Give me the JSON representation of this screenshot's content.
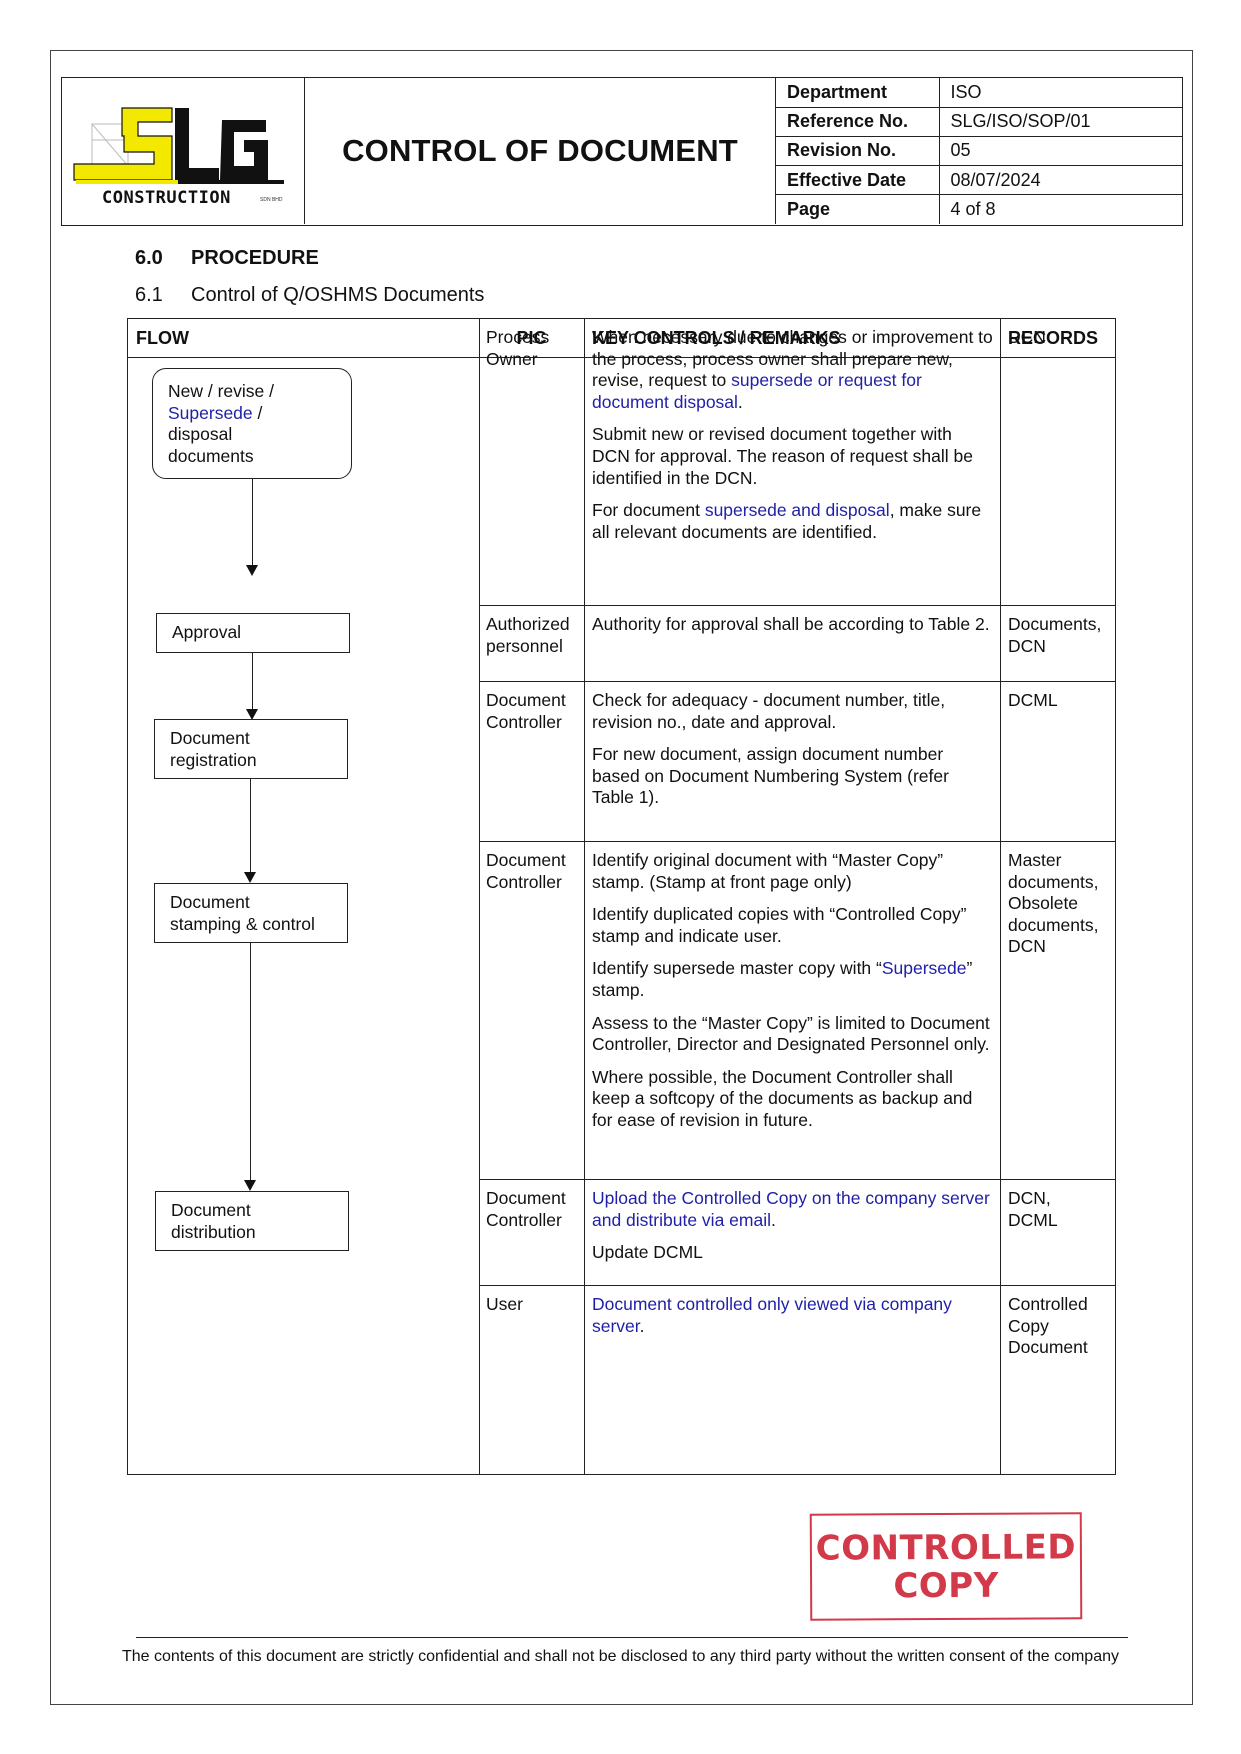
{
  "header": {
    "title": "CONTROL OF DOCUMENT",
    "logo": {
      "letters": "SLG",
      "word": "CONSTRUCTION",
      "suffix": "SDN BHD",
      "colors": {
        "yellow": "#f2e800",
        "black": "#111111"
      }
    },
    "meta": [
      {
        "key": "Department",
        "value": "ISO"
      },
      {
        "key": "Reference No.",
        "value": "SLG/ISO/SOP/01"
      },
      {
        "key": "Revision No.",
        "value": "05"
      },
      {
        "key": "Effective Date",
        "value": "08/07/2024"
      },
      {
        "key": "Page",
        "value": "4 of 8"
      }
    ]
  },
  "section": {
    "number": "6.0",
    "title": "PROCEDURE"
  },
  "subsection": {
    "number": "6.1",
    "title": "Control of Q/OSHMS Documents"
  },
  "table": {
    "headers": {
      "flow": "FLOW",
      "pic": "PIC",
      "controls": "KEY CONTROLS / REMARKS",
      "records": "RECORDS"
    },
    "flow": {
      "start": {
        "line1": "New / revise /",
        "line2_link": "Supersede",
        "line2_rest": " /",
        "line3": "disposal",
        "line4": "documents"
      },
      "approval": "Approval",
      "registration": {
        "line1": "Document",
        "line2": "registration"
      },
      "stamping": {
        "line1": "Document",
        "line2": "stamping & control"
      },
      "distribution": {
        "line1": "Document",
        "line2": "distribution"
      }
    },
    "rows": {
      "r1": {
        "pic": [
          "Process",
          "Owner"
        ],
        "p1_a": "When necessary due to changes or improvement to the process, process owner shall prepare new, revise, request to ",
        "p1_b": "supersede or request for document disposal",
        "p1_c": ".",
        "p2": "Submit new or revised document together with DCN for approval. The reason of request shall be identified in the DCN.",
        "p3_a": "For document ",
        "p3_b": "supersede and disposal",
        "p3_c": ", make sure all relevant documents are identified.",
        "records": "DCN"
      },
      "r2": {
        "pic": [
          "Authorized",
          "personnel"
        ],
        "p1": "Authority for approval shall be according to Table 2.",
        "records": [
          "Documents,",
          "DCN"
        ]
      },
      "r3": {
        "pic": [
          "Document",
          "Controller"
        ],
        "p1": "Check for adequacy - document number, title, revision no., date and approval.",
        "p2": "For new document, assign document number based on Document Numbering System (refer Table 1).",
        "records": "DCML"
      },
      "r4": {
        "pic": [
          "Document",
          "Controller"
        ],
        "p1": "Identify original document with “Master Copy” stamp. (Stamp at front page only)",
        "p2": "Identify duplicated copies with “Controlled Copy” stamp and indicate user.",
        "p3_a": "Identify supersede master copy with “",
        "p3_b": "Supersede",
        "p3_c": "” stamp.",
        "p4": "Assess to the “Master Copy” is limited to Document Controller, Director and Designated Personnel only.",
        "p5": "Where possible, the Document Controller shall keep a softcopy of the documents as backup and for ease of revision in future.",
        "records": [
          "Master",
          "documents,",
          "Obsolete",
          "documents,",
          "DCN"
        ]
      },
      "r5": {
        "pic": [
          "Document",
          "Controller"
        ],
        "p1": "Upload the Controlled Copy on the company server and distribute via email",
        "p1_end": ".",
        "p2": "Update DCML",
        "records": [
          "DCN,",
          "DCML"
        ]
      },
      "r6": {
        "pic": [
          "User"
        ],
        "p1": "Document controlled only viewed via company server",
        "p1_end": ".",
        "records": [
          "Controlled",
          "Copy",
          "Document"
        ]
      }
    }
  },
  "stamp": {
    "line1": "CONTROLLED",
    "line2": "COPY",
    "color": "#d23a4a"
  },
  "footer": "The contents of this document are strictly confidential and shall not be disclosed to any third party without the written consent of the company",
  "colors": {
    "link_blue": "#1f1fa8",
    "border": "#222222"
  }
}
